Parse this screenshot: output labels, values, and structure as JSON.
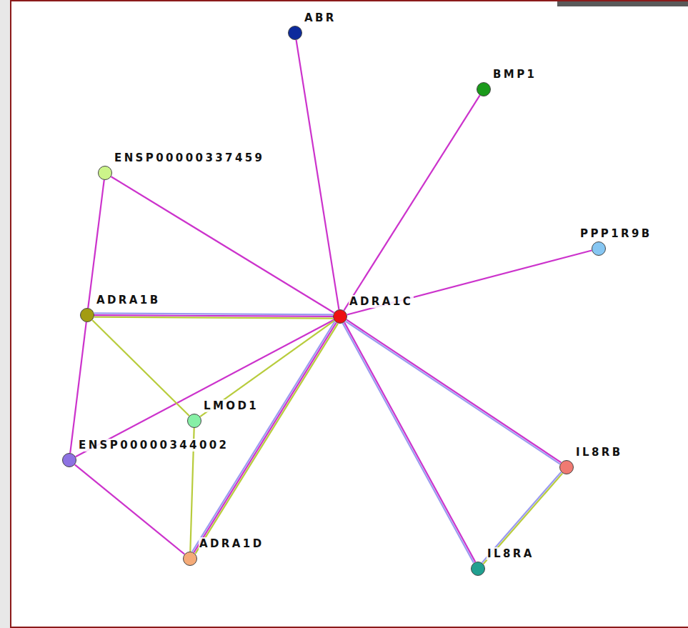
{
  "diagram": {
    "nodes": [
      {
        "text": [
          "ABR"
        ]
      },
      {
        "text": [
          "BMP1"
        ]
      },
      {
        "text": [
          "ENSP00000337459"
        ]
      },
      {
        "text": [
          "PPP1R9B"
        ]
      },
      {
        "text": [
          "ADRA1B"
        ]
      },
      {
        "text": [
          "ADRA1C"
        ]
      },
      {
        "text": [
          "LMOD1"
        ]
      },
      {
        "text": [
          "ENSP00000344002"
        ]
      },
      {
        "text": [
          "IL8RB"
        ]
      },
      {
        "text": [
          "ADRA1D"
        ]
      },
      {
        "text": [
          "IL8RA"
        ]
      }
    ],
    "edges": [
      {
        "from": 5,
        "to": 0,
        "arrow": "none"
      },
      {
        "from": 5,
        "to": 1,
        "arrow": "none"
      },
      {
        "from": 5,
        "to": 2,
        "arrow": "none"
      },
      {
        "from": 5,
        "to": 3,
        "arrow": "none"
      },
      {
        "from": 5,
        "to": 4,
        "arrow": "none"
      },
      {
        "from": 5,
        "to": 7,
        "arrow": "none"
      },
      {
        "from": 5,
        "to": 6,
        "arrow": "none"
      },
      {
        "from": 5,
        "to": 9,
        "arrow": "none"
      },
      {
        "from": 5,
        "to": 8,
        "arrow": "none"
      },
      {
        "from": 5,
        "to": 10,
        "arrow": "none"
      },
      {
        "from": 2,
        "to": 4,
        "arrow": "none"
      },
      {
        "from": 4,
        "to": 7,
        "arrow": "none"
      },
      {
        "from": 4,
        "to": 6,
        "arrow": "none"
      },
      {
        "from": 6,
        "to": 9,
        "arrow": "none"
      },
      {
        "from": 7,
        "to": 9,
        "arrow": "none"
      },
      {
        "from": 8,
        "to": 10,
        "arrow": "none"
      }
    ]
  }
}
